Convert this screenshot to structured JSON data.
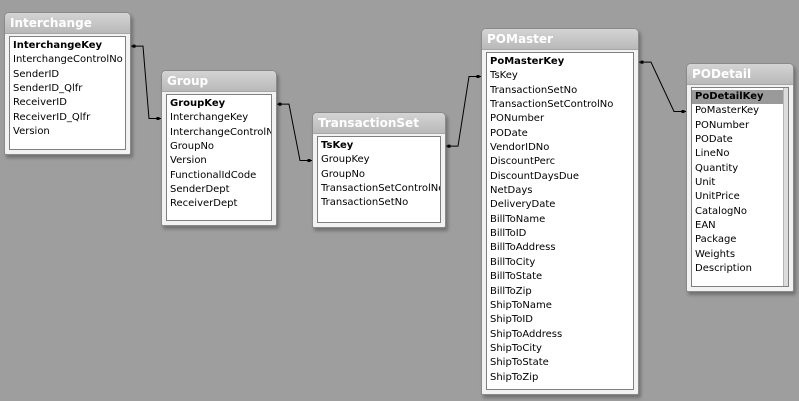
{
  "tables": [
    {
      "id": "interchange",
      "title": "Interchange",
      "fields": [
        "InterchangeKey",
        "InterchangeControlNo",
        "SenderID",
        "SenderID_Qlfr",
        "ReceiverID",
        "ReceiverID_Qlfr",
        "Version"
      ],
      "primary_key": "InterchangeKey"
    },
    {
      "id": "group",
      "title": "Group",
      "fields": [
        "GroupKey",
        "InterchangeKey",
        "InterchangeControlNo",
        "GroupNo",
        "Version",
        "FunctionalIdCode",
        "SenderDept",
        "ReceiverDept"
      ],
      "primary_key": "GroupKey"
    },
    {
      "id": "transactionset",
      "title": "TransactionSet",
      "fields": [
        "TsKey",
        "GroupKey",
        "GroupNo",
        "TransactionSetControlNo",
        "TransactionSetNo"
      ],
      "primary_key": "TsKey"
    },
    {
      "id": "pomaster",
      "title": "POMaster",
      "fields": [
        "PoMasterKey",
        "TsKey",
        "TransactionSetNo",
        "TransactionSetControlNo",
        "PONumber",
        "PODate",
        "VendorIDNo",
        "DiscountPerc",
        "DiscountDaysDue",
        "NetDays",
        "DeliveryDate",
        "BillToName",
        "BillToID",
        "BillToAddress",
        "BillToCity",
        "BillToState",
        "BillToZip",
        "ShipToName",
        "ShipToID",
        "ShipToAddress",
        "ShipToCity",
        "ShipToState",
        "ShipToZip"
      ],
      "primary_key": "PoMasterKey"
    },
    {
      "id": "podetail",
      "title": "PODetail",
      "fields": [
        "PoDetailKey",
        "PoMasterKey",
        "PONumber",
        "PODate",
        "LineNo",
        "Quantity",
        "Unit",
        "UnitPrice",
        "CatalogNo",
        "EAN",
        "Package",
        "Weights",
        "Description"
      ],
      "primary_key": "PoDetailKey",
      "selected_field": "PoDetailKey"
    }
  ],
  "relationships": [
    {
      "from": "interchange.InterchangeKey",
      "to": "group.InterchangeKey"
    },
    {
      "from": "group.GroupKey",
      "to": "transactionset.GroupKey"
    },
    {
      "from": "transactionset.TsKey",
      "to": "pomaster.TsKey"
    },
    {
      "from": "pomaster.PoMasterKey",
      "to": "podetail.PoMasterKey"
    }
  ],
  "colors": {
    "canvas": "#9e9e9e",
    "title_text": "#ffffff",
    "selected_row": "#9a9a9a"
  }
}
